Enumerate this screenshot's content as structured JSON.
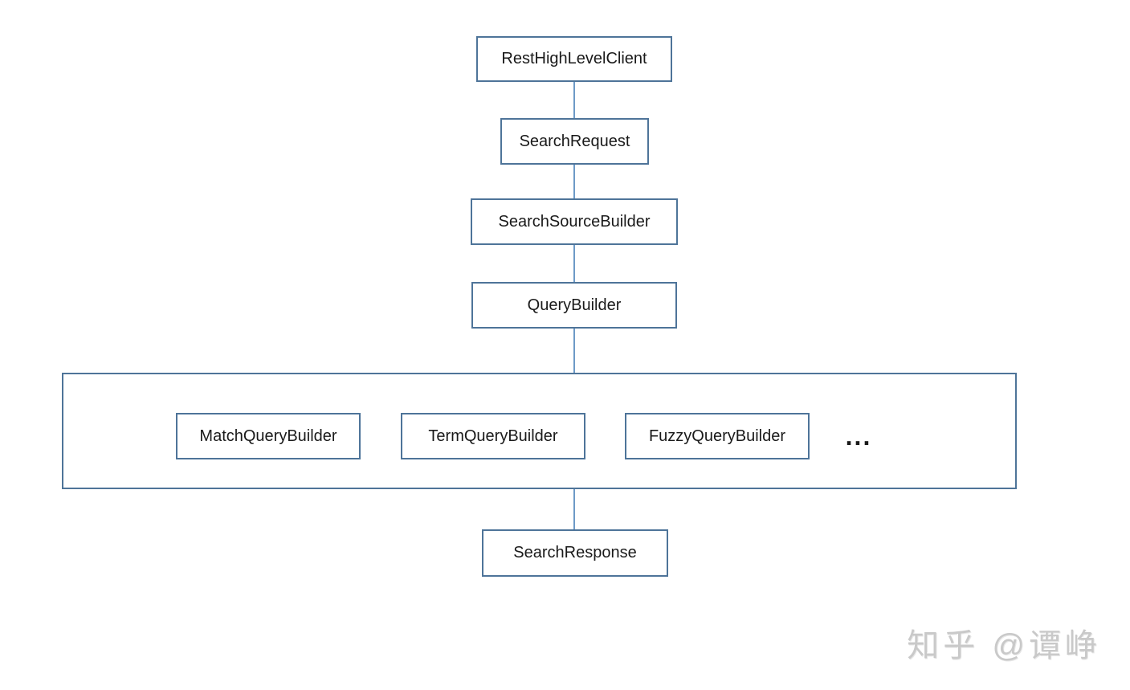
{
  "diagram": {
    "nodes": {
      "restHighLevelClient": {
        "label": "RestHighLevelClient"
      },
      "searchRequest": {
        "label": "SearchRequest"
      },
      "searchSourceBuilder": {
        "label": "SearchSourceBuilder"
      },
      "queryBuilder": {
        "label": "QueryBuilder"
      },
      "matchQueryBuilder": {
        "label": "MatchQueryBuilder"
      },
      "termQueryBuilder": {
        "label": "TermQueryBuilder"
      },
      "fuzzyQueryBuilder": {
        "label": "FuzzyQueryBuilder"
      },
      "searchResponse": {
        "label": "SearchResponse"
      }
    },
    "ellipsis": "...",
    "edges": [
      {
        "from": "restHighLevelClient",
        "to": "searchRequest"
      },
      {
        "from": "searchRequest",
        "to": "searchSourceBuilder"
      },
      {
        "from": "searchSourceBuilder",
        "to": "queryBuilder"
      },
      {
        "from": "queryBuilder",
        "to": "queryBuildersGroup"
      },
      {
        "from": "queryBuildersGroup",
        "to": "searchResponse"
      }
    ]
  },
  "watermark": {
    "text": "知乎 @谭峥"
  },
  "colors": {
    "box_border": "#4e7499",
    "connector": "#6d9ac7",
    "text": "#1a1a1a",
    "watermark": "#c9c9c9"
  }
}
